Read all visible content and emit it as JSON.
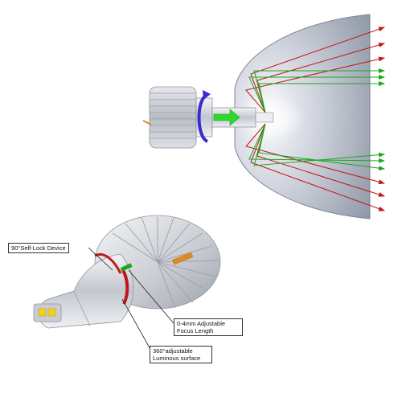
{
  "callouts": {
    "self_lock": "90°Self-Lock Device",
    "focus_line1": "0-4mm Adjustable",
    "focus_line2": "Focus Length",
    "rotate_line1": "360°adjustable",
    "rotate_line2": "Luminous surface"
  },
  "colors": {
    "reflector": "#9fa6b4",
    "heatsink": "#c9ccd2",
    "reflected_ray_red": "#c01818",
    "reflected_ray_green": "#1aa81a",
    "rotation_arrow": "#3a2bd6",
    "focus_arrow": "#2fd82f",
    "led_chip": "#f2d21c",
    "copper_tab": "#d98a2a"
  },
  "icons": [
    "rotation-arrow-icon",
    "focus-adjust-arrow-icon"
  ]
}
